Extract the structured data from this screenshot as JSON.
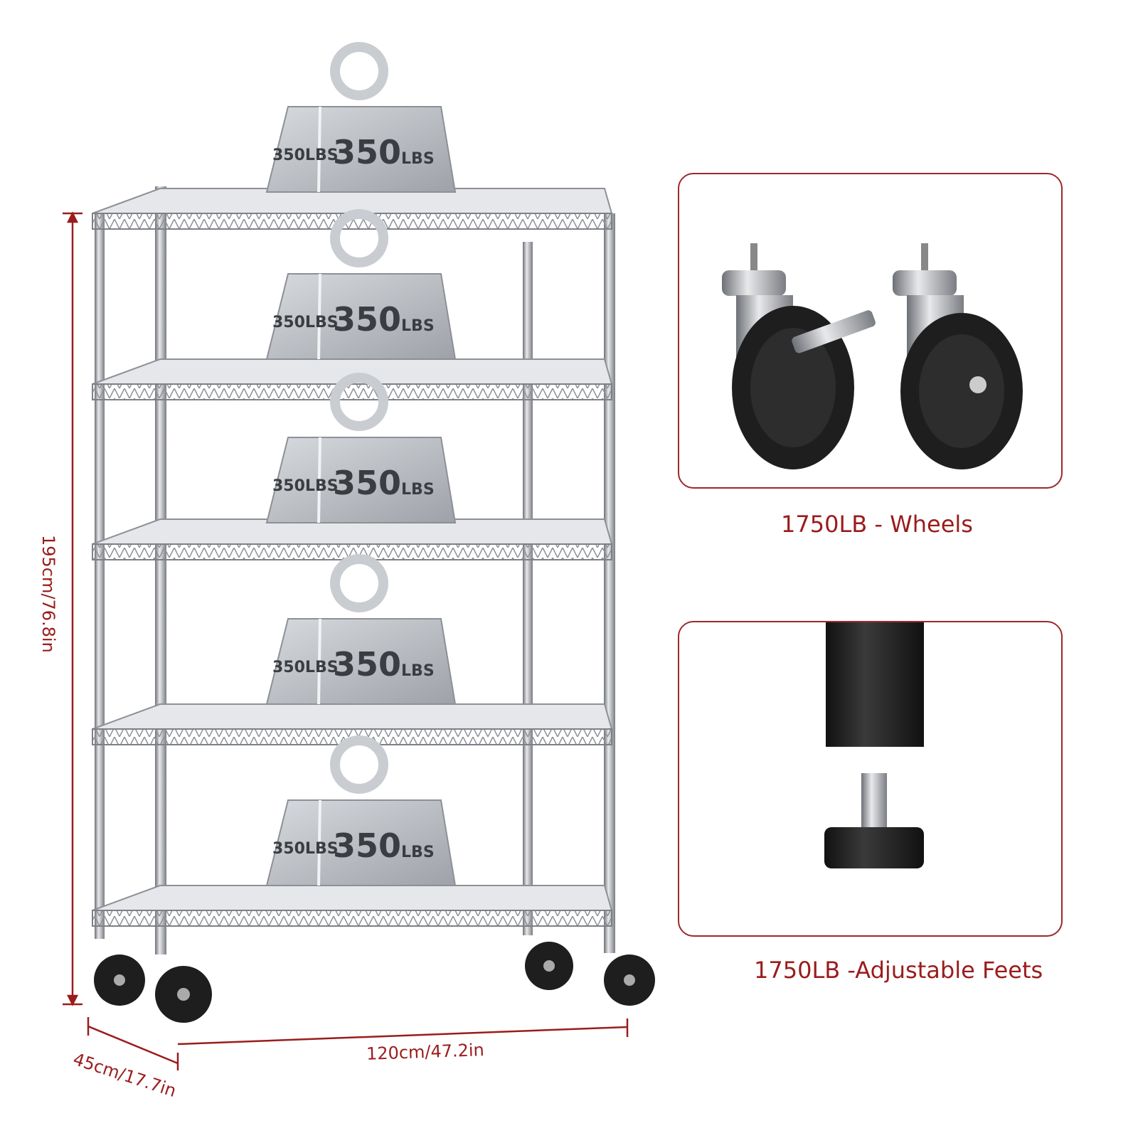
{
  "weights": [
    {
      "value": "350",
      "unit": "LBS"
    },
    {
      "value": "350",
      "unit": "LBS"
    },
    {
      "value": "350",
      "unit": "LBS"
    },
    {
      "value": "350",
      "unit": "LBS"
    },
    {
      "value": "350",
      "unit": "LBS"
    }
  ],
  "dimensions": {
    "height": "195cm/76.8in",
    "depth": "45cm/17.7in",
    "width": "120cm/47.2in"
  },
  "features": [
    {
      "label": "1750LB - Wheels"
    },
    {
      "label": "1750LB -Adjustable Feets"
    }
  ],
  "colors": {
    "accent": "#9b1c1c",
    "chrome": "#b9bcc1",
    "rubber": "#1e1e1e"
  }
}
